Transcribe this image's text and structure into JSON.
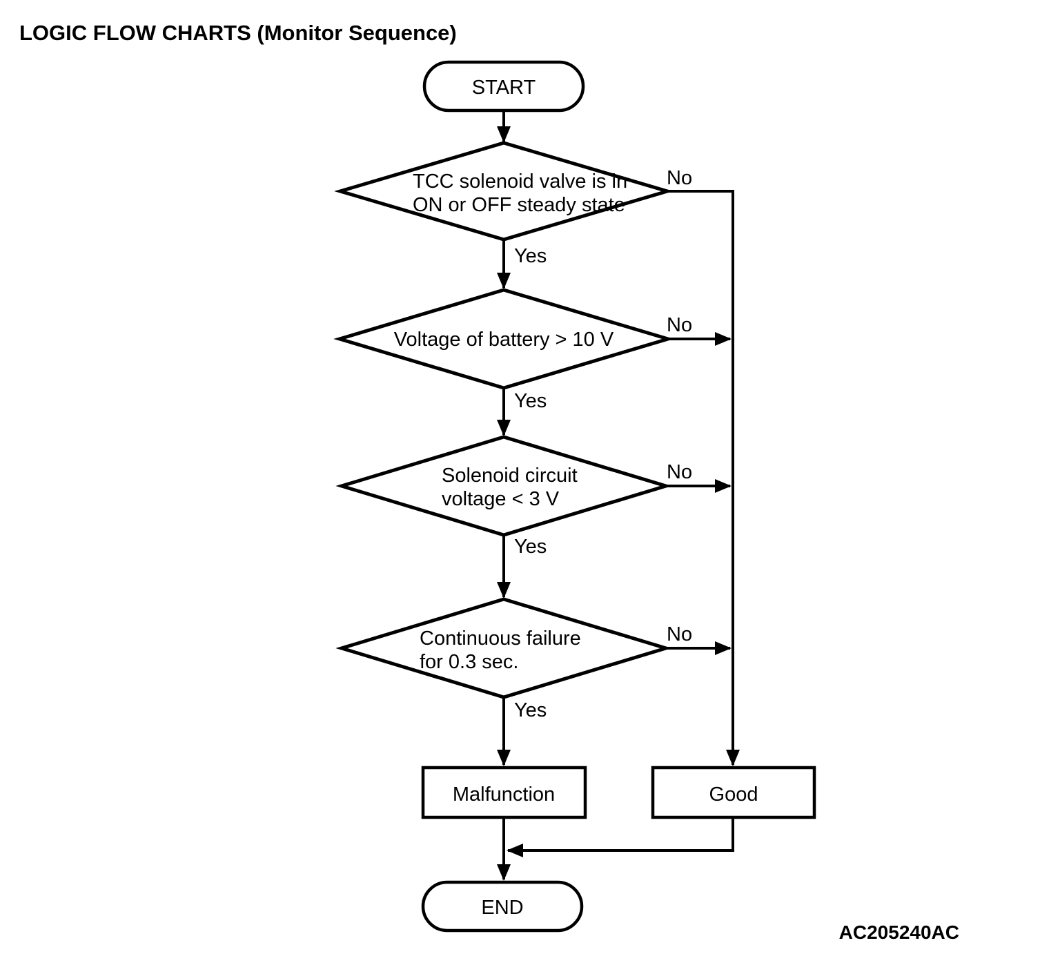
{
  "page": {
    "title": "LOGIC FLOW CHARTS (Monitor Sequence)",
    "figure_code": "AC205240AC"
  },
  "colors": {
    "ink": "#000000",
    "background": "#ffffff"
  },
  "flowchart": {
    "start": {
      "label": "START"
    },
    "decisions": [
      {
        "line1": "TCC solenoid valve is in",
        "line2": "ON or OFF steady state",
        "yes": "Yes",
        "no": "No"
      },
      {
        "line1": "Voltage of battery > 10 V",
        "yes": "Yes",
        "no": "No"
      },
      {
        "line1": "Solenoid circuit",
        "line2": "voltage < 3 V",
        "yes": "Yes",
        "no": "No"
      },
      {
        "line1": "Continuous failure",
        "line2": "for 0.3 sec.",
        "yes": "Yes",
        "no": "No"
      }
    ],
    "outcomes": {
      "malfunction": "Malfunction",
      "good": "Good"
    },
    "end": {
      "label": "END"
    }
  }
}
